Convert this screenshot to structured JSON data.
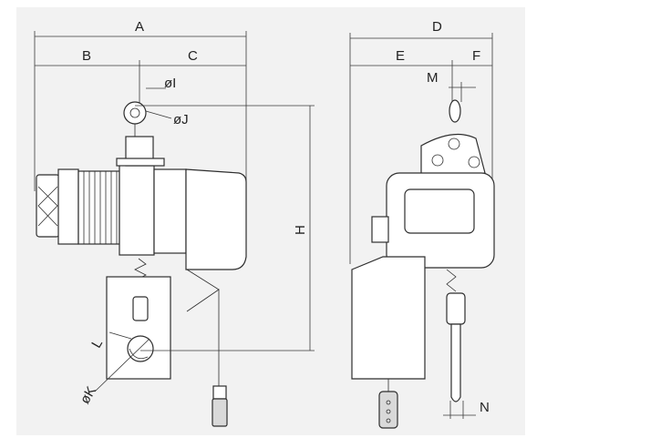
{
  "labels": {
    "A": "A",
    "B": "B",
    "C": "C",
    "D": "D",
    "E": "E",
    "F": "F",
    "M": "M",
    "H": "H",
    "I": "øI",
    "J": "øJ",
    "L": "L",
    "K": "øK",
    "N": "N"
  },
  "colors": {
    "panel": "#f2f2f2",
    "line": "#2e2e2e"
  }
}
